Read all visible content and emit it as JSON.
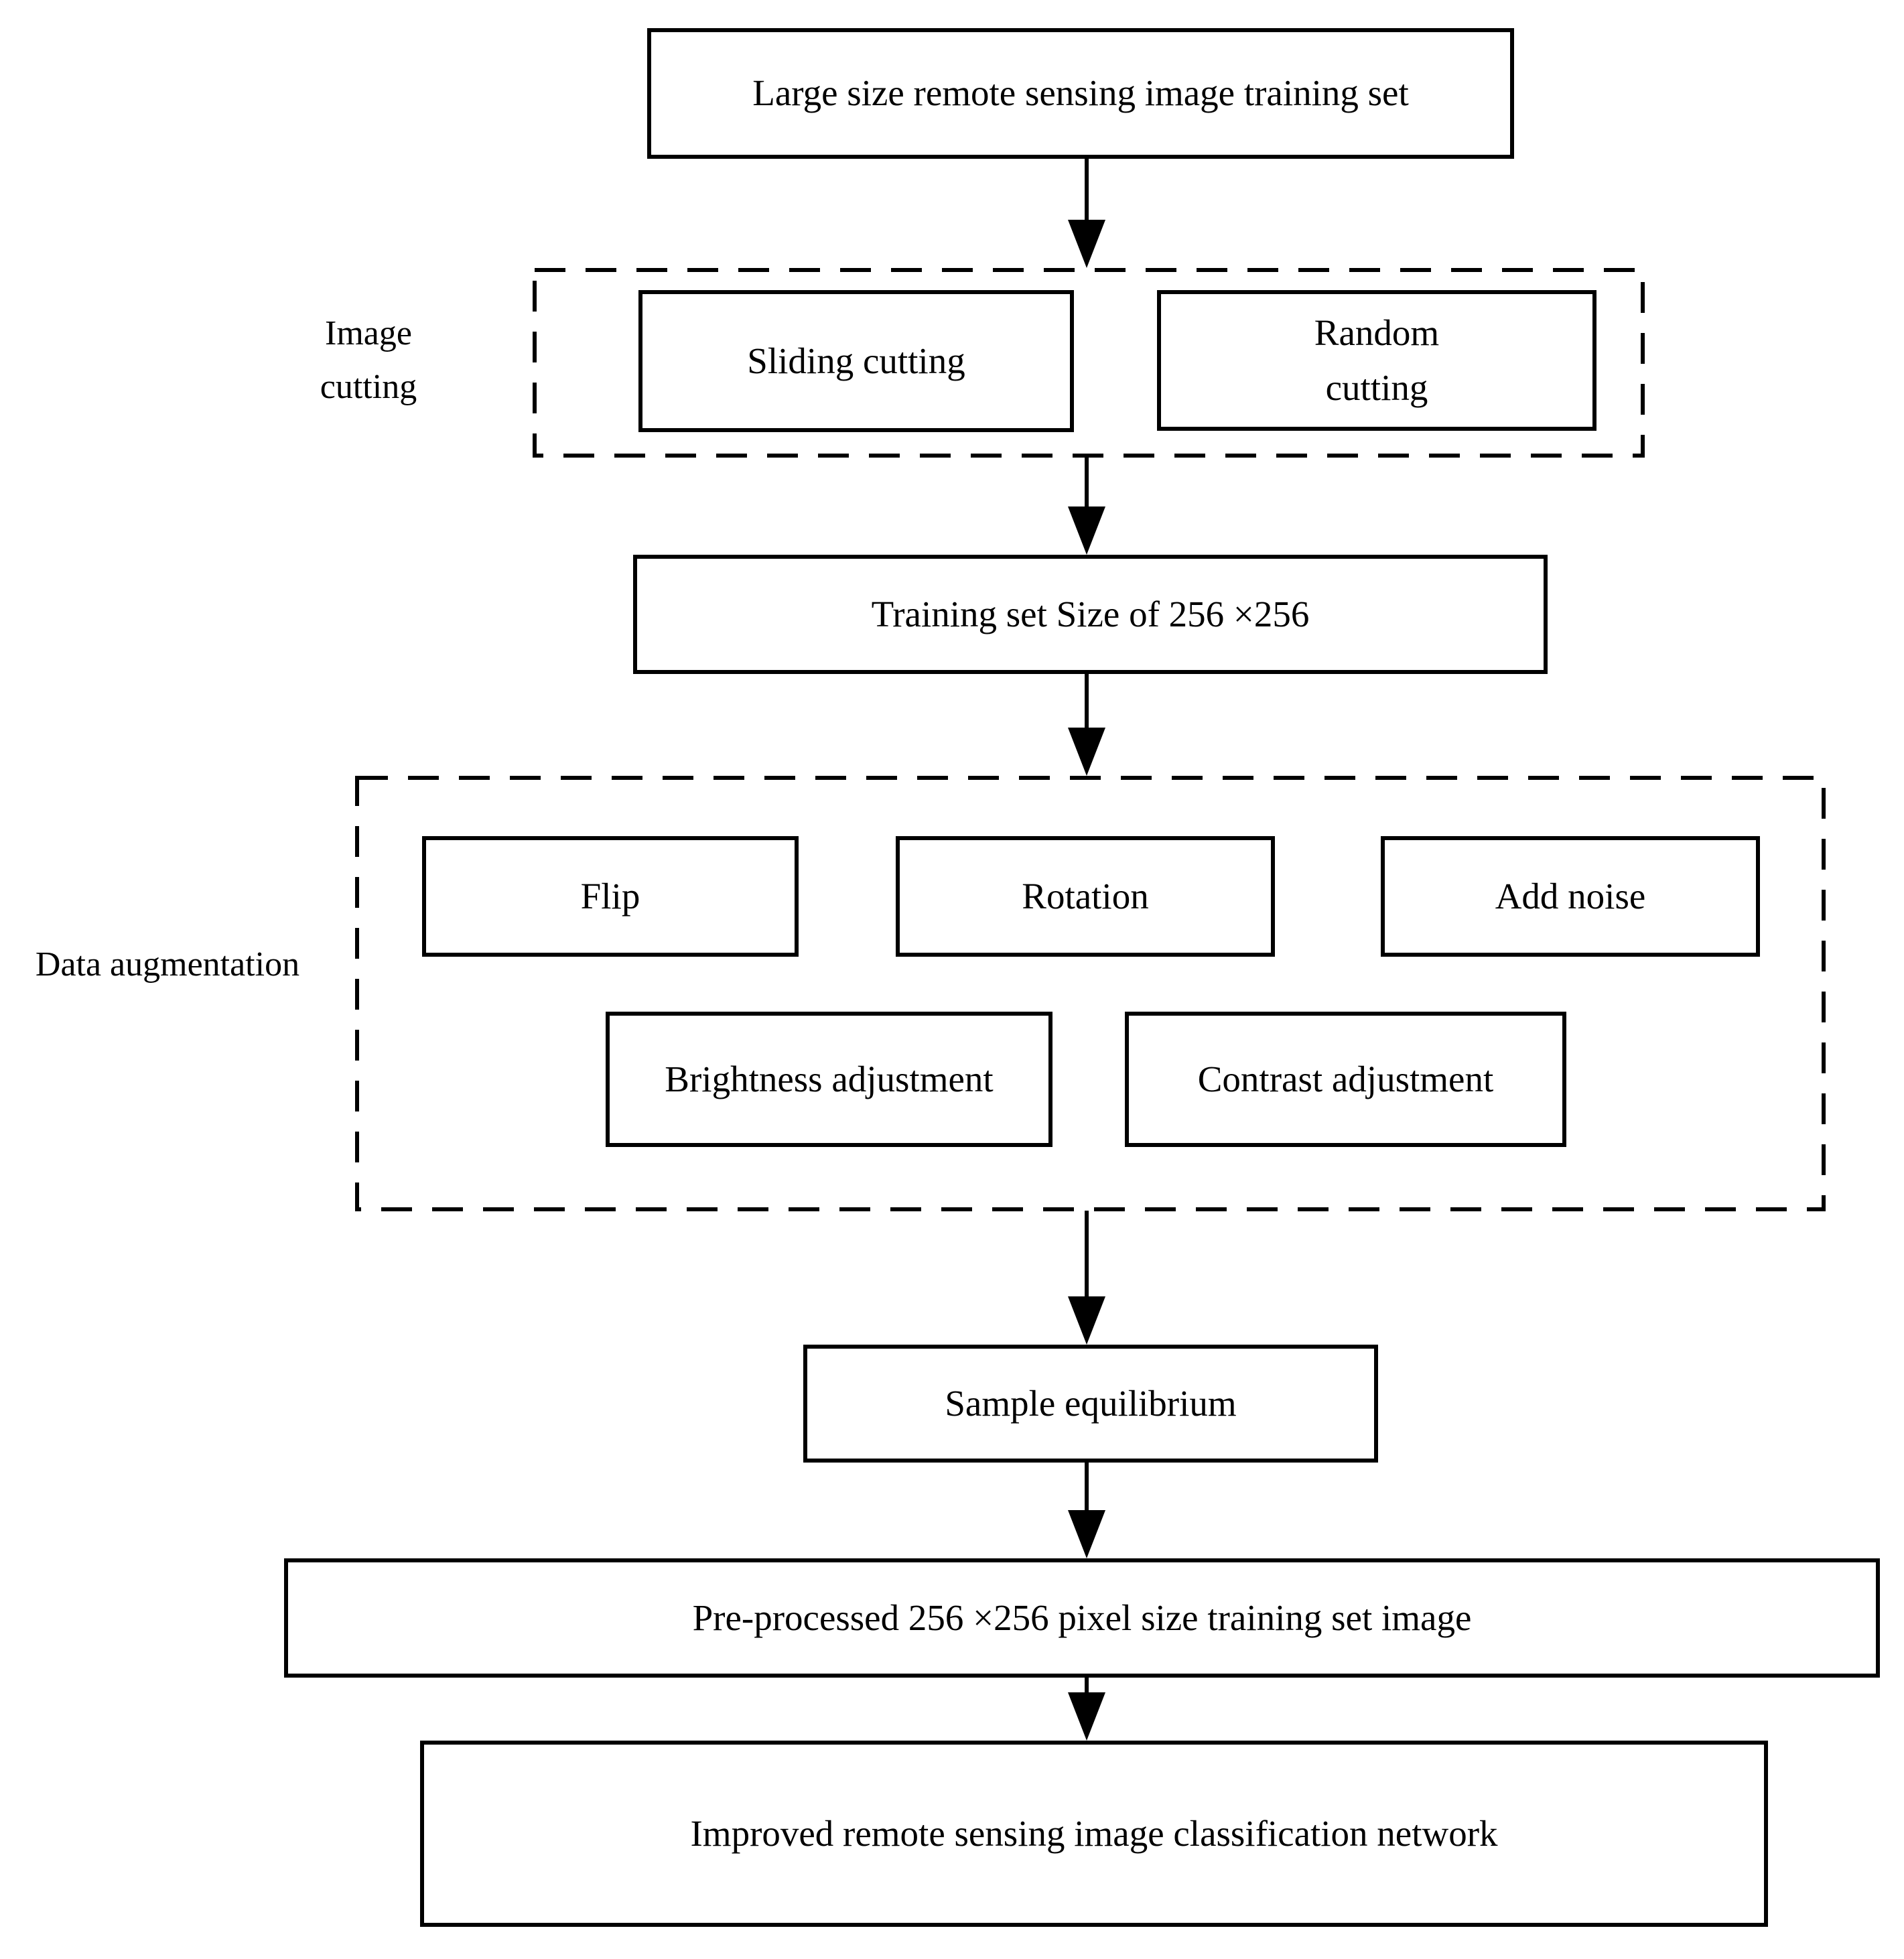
{
  "page": {
    "background": "#ffffff"
  },
  "diagram": {
    "type": "flowchart",
    "colors": {
      "line": "#000000",
      "text": "#000000",
      "box_background": "#ffffff"
    },
    "nodes": {
      "large_training_set": {
        "label": "Large size remote sensing image training set"
      },
      "sliding_cutting": {
        "label": "Sliding cutting"
      },
      "random_cutting": {
        "label": "Random\ncutting"
      },
      "training_set_256": {
        "label": "Training set Size of 256 ×256"
      },
      "flip": {
        "label": "Flip"
      },
      "rotation": {
        "label": "Rotation"
      },
      "add_noise": {
        "label": "Add noise"
      },
      "brightness_adjustment": {
        "label": "Brightness adjustment"
      },
      "contrast_adjustment": {
        "label": "Contrast adjustment"
      },
      "sample_equilibrium": {
        "label": "Sample equilibrium"
      },
      "preprocessed_image": {
        "label": "Pre-processed 256 ×256 pixel size training set image"
      },
      "classification_network": {
        "label": "Improved remote sensing image classification network"
      }
    },
    "group_labels": {
      "image_cutting": {
        "label": "Image\ncutting"
      },
      "data_augmentation": {
        "label": "Data augmentation"
      }
    },
    "edges": [
      {
        "from": "large_training_set",
        "to": "image_cutting_group"
      },
      {
        "from": "image_cutting_group",
        "to": "training_set_256"
      },
      {
        "from": "training_set_256",
        "to": "data_augmentation_group"
      },
      {
        "from": "data_augmentation_group",
        "to": "sample_equilibrium"
      },
      {
        "from": "sample_equilibrium",
        "to": "preprocessed_image"
      },
      {
        "from": "preprocessed_image",
        "to": "classification_network"
      }
    ]
  }
}
